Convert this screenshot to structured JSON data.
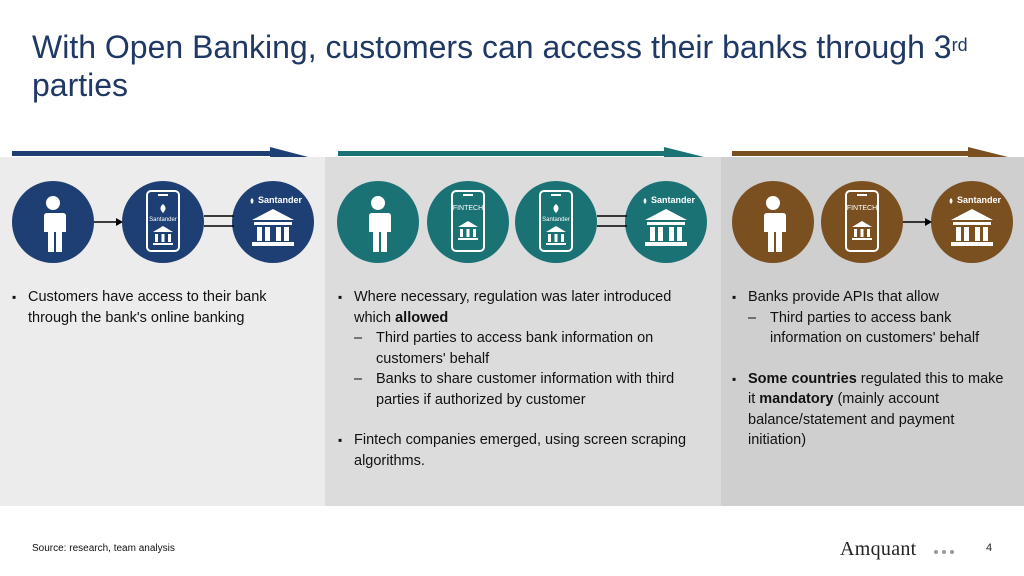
{
  "title": {
    "main": "With Open Banking, customers can access their banks through 3",
    "sup": "rd",
    "end": " parties"
  },
  "colors": {
    "blue": "#1e3f73",
    "teal": "#1a7275",
    "brown": "#7a5020",
    "title": "#1f3864"
  },
  "icons": {
    "bank_label": "Santander",
    "fintech_label": "FINTECH",
    "phone_bank_label": "Santander"
  },
  "col1": {
    "bullets": [
      {
        "text": "Customers have access to their bank through the bank's online banking"
      }
    ]
  },
  "col2": {
    "b1_pre": "Where necessary, regulation was later introduced which ",
    "b1_bold": "allowed",
    "sub1": "Third parties to access bank information on customers' behalf",
    "sub2": "Banks to share customer information with third parties if authorized by customer",
    "b2": "Fintech companies emerged, using screen scraping algorithms."
  },
  "col3": {
    "b1": "Banks provide APIs that allow",
    "sub1": "Third parties to access bank information on customers' behalf",
    "b2_bold1": "Some countries",
    "b2_mid": " regulated this to make it ",
    "b2_bold2": "mandatory",
    "b2_end": " (mainly account balance/statement and payment initiation)"
  },
  "footer": {
    "source": "Source: research, team analysis",
    "logo": "Amquant",
    "page": "4"
  }
}
